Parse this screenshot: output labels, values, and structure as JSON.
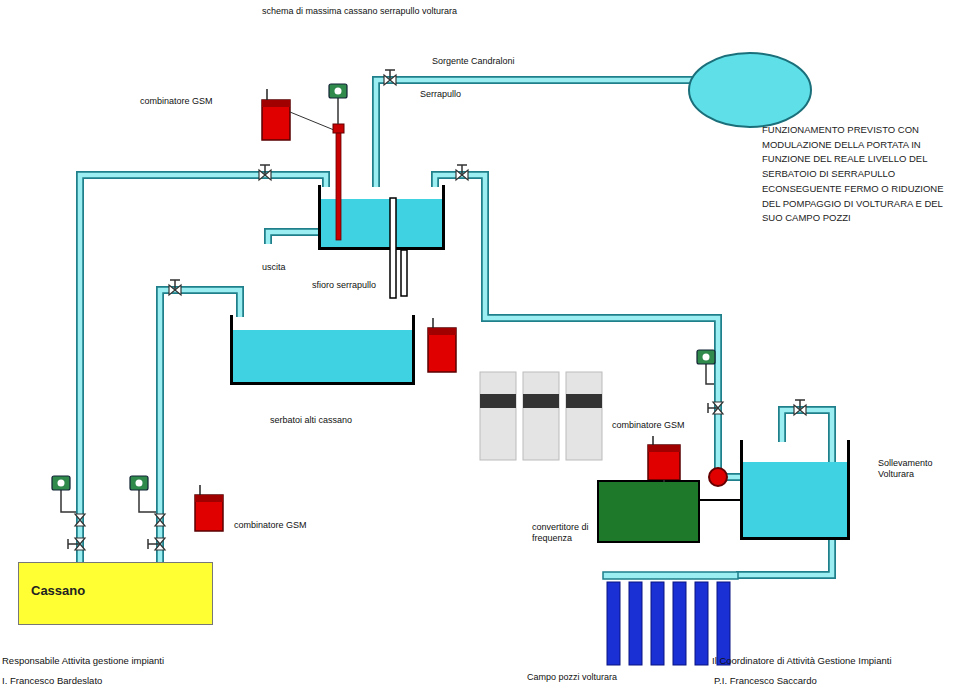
{
  "diagram": {
    "title": "schema di massima cassano serrapullo volturara",
    "nodes": [
      {
        "text": [
          "Serrapullo"
        ]
      },
      {
        "text": [
          "Sorgente Candraloni"
        ]
      },
      {
        "text": [
          "serbatoi alti cassano"
        ]
      },
      {
        "text": [
          "Cassano"
        ]
      },
      {
        "text": [
          "Sollevamento Volturara"
        ]
      },
      {
        "text": [
          "convertitore di frequenza"
        ]
      },
      {
        "text": [
          "Campo pozzi volturara"
        ]
      }
    ],
    "edges": [
      {
        "from": 1,
        "to": 0,
        "arrow": "none"
      },
      {
        "from": 3,
        "to": 0,
        "arrow": "none"
      },
      {
        "from": 3,
        "to": 2,
        "arrow": "none"
      },
      {
        "from": 6,
        "to": 4,
        "arrow": "none"
      },
      {
        "from": 4,
        "to": 0,
        "arrow": "none"
      },
      {
        "from": 5,
        "to": 4,
        "arrow": "none"
      }
    ],
    "labels": [
      "combinatore GSM",
      "FUNZIONAMENTO PREVISTO CON MODULAZIONE DELLA PORTATA IN FUNZIONE DEL REALE LIVELLO DEL SERBATOIO DI SERRAPULLO ECONSEGUENTE FERMO O RIDUZIONE DEL POMPAGGIO DI VOLTURARA E DEL SUO CAMPO POZZI",
      "uscita",
      "sfioro serrapullo",
      "combinatore GSM",
      "combinatore GSM",
      "Responsabile Attivita gestione impianti",
      "I. Francesco Bardeslato",
      "Il Coordinatore di Attività Gestione Impianti",
      "P.I. Francesco Saccardo"
    ]
  }
}
